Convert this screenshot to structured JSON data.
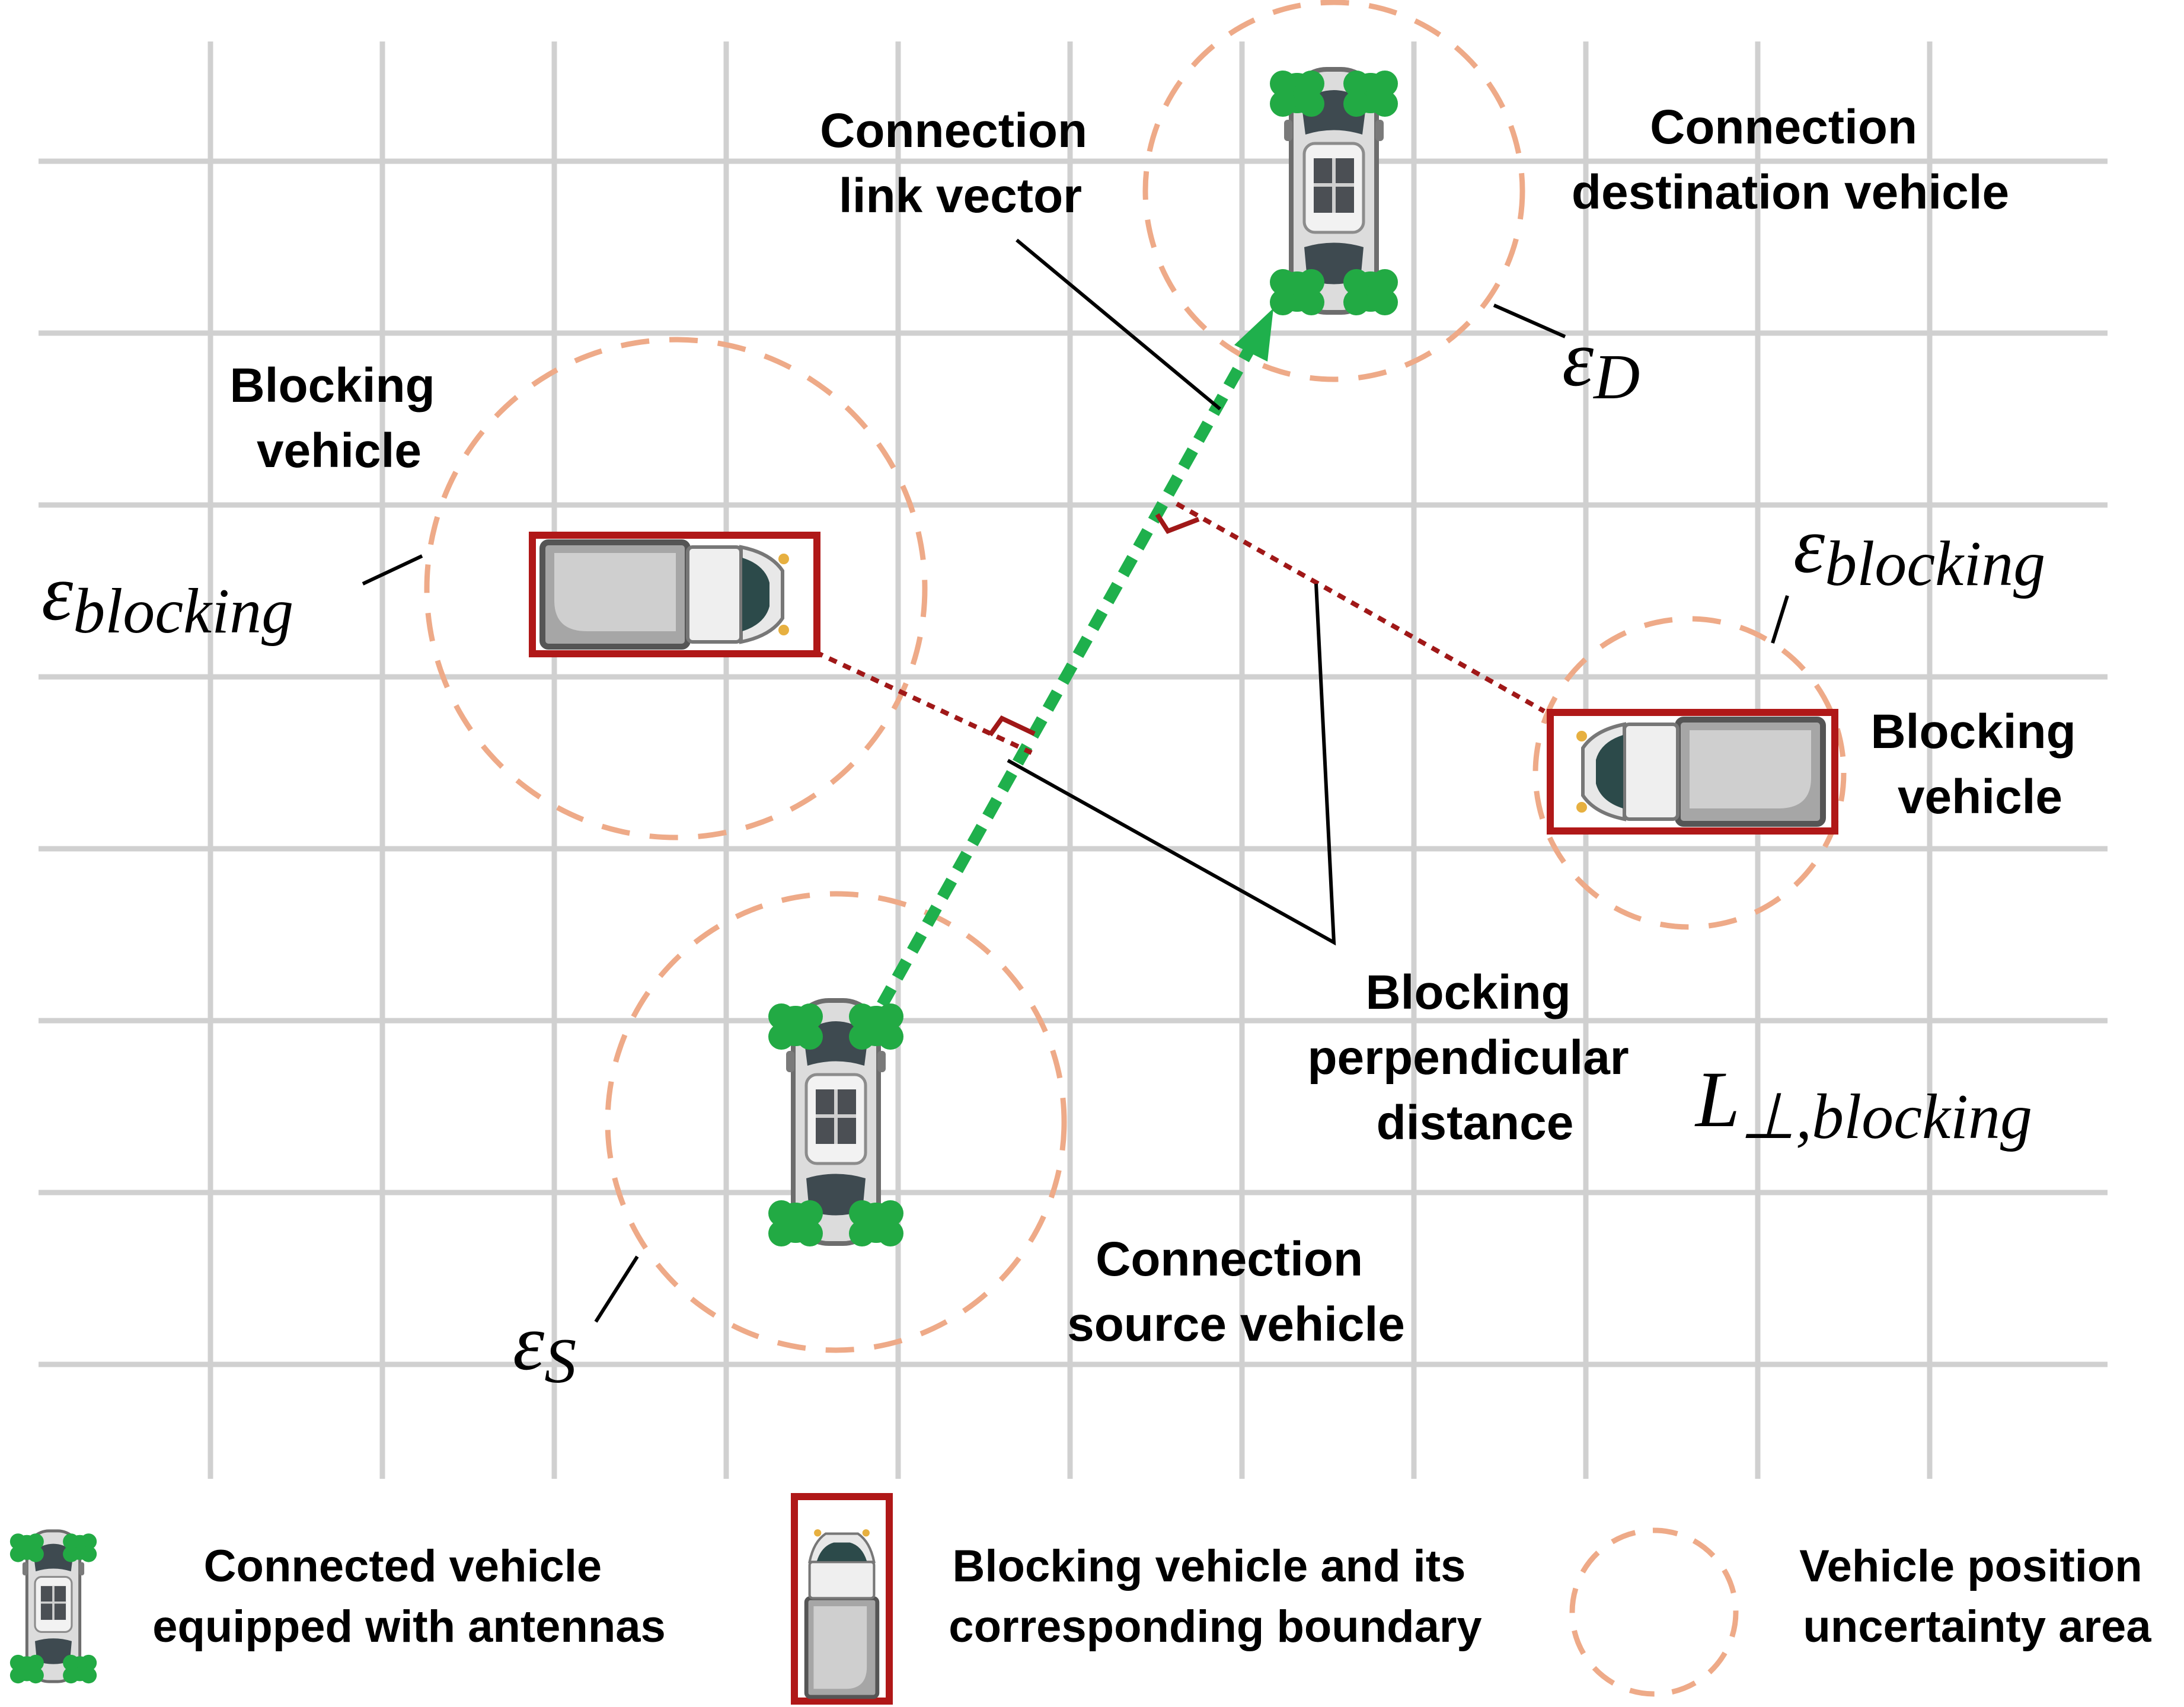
{
  "labels": {
    "link_vector": [
      "Connection",
      "link vector"
    ],
    "destination": [
      "Connection",
      "destination vehicle"
    ],
    "blocking_left": [
      "Blocking",
      "vehicle"
    ],
    "blocking_right": [
      "Blocking",
      "vehicle"
    ],
    "perp_distance": [
      "Blocking",
      "perpendicular",
      "distance"
    ],
    "source": [
      "Connection",
      "source vehicle"
    ]
  },
  "math": {
    "epsilon": "ε",
    "eps_d_sub": "D",
    "eps_s_sub": "S",
    "eps_blocking_sub": "blocking",
    "l_perp_main": "L",
    "l_perp_sub": "⊥,blocking"
  },
  "legend": {
    "connected": [
      "Connected vehicle",
      "equipped with antennas"
    ],
    "blocking": [
      "Blocking vehicle and its",
      "corresponding boundary"
    ],
    "uncertainty": [
      "Vehicle position",
      "uncertainty area"
    ]
  },
  "colors": {
    "grid": "#d0d0d0",
    "uncertainty_circle": "#eeaa88",
    "link": "#1fb04c",
    "antenna": "#22aa44",
    "blocking_boundary": "#b01818",
    "perpendicular": "#a01818",
    "leader": "#000000"
  },
  "icons": {
    "connected_vehicle": "car-with-antennas-icon",
    "blocking_vehicle": "truck-icon",
    "uncertainty_area": "dashed-circle-icon"
  }
}
